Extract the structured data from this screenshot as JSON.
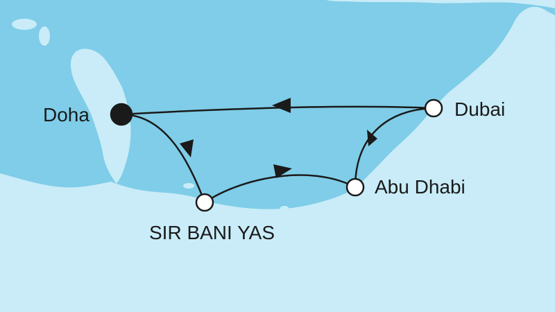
{
  "colors": {
    "sea": "#7fcde8",
    "land": "#c9ecf8",
    "route": "#1a1a1a",
    "start_port_fill": "#1a1a1a",
    "port_fill": "#ffffff"
  },
  "ports": [
    {
      "name": "Doha",
      "role": "start"
    },
    {
      "name": "SIR BANI YAS",
      "role": "stop"
    },
    {
      "name": "Abu Dhabi",
      "role": "stop"
    },
    {
      "name": "Dubai",
      "role": "stop"
    }
  ],
  "route_order": [
    "Doha",
    "SIR BANI YAS",
    "Abu Dhabi",
    "Dubai",
    "Doha"
  ]
}
